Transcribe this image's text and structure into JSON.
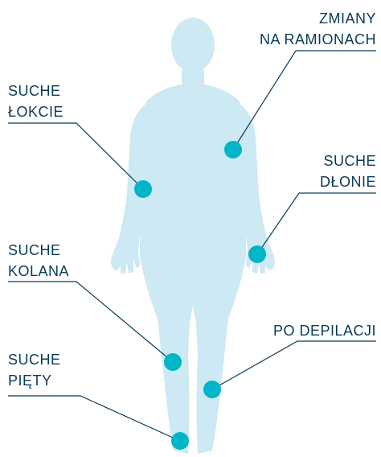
{
  "colors": {
    "body": "#cde9f3",
    "dot": "#00b5c8",
    "line": "#0b3b57",
    "text": "#0b3b57"
  },
  "labels": {
    "zmiany": {
      "line1": "ZMIANY",
      "line2": "NA RAMIONACH"
    },
    "lokcie": {
      "line1": "SUCHE",
      "line2": "ŁOKCIE"
    },
    "dlonie": {
      "line1": "SUCHE",
      "line2": "DŁONIE"
    },
    "kolana": {
      "line1": "SUCHE",
      "line2": "KOLANA"
    },
    "depilacji": {
      "line1": "PO DEPILACJI"
    },
    "piety": {
      "line1": "SUCHE",
      "line2": "PIĘTY"
    }
  }
}
